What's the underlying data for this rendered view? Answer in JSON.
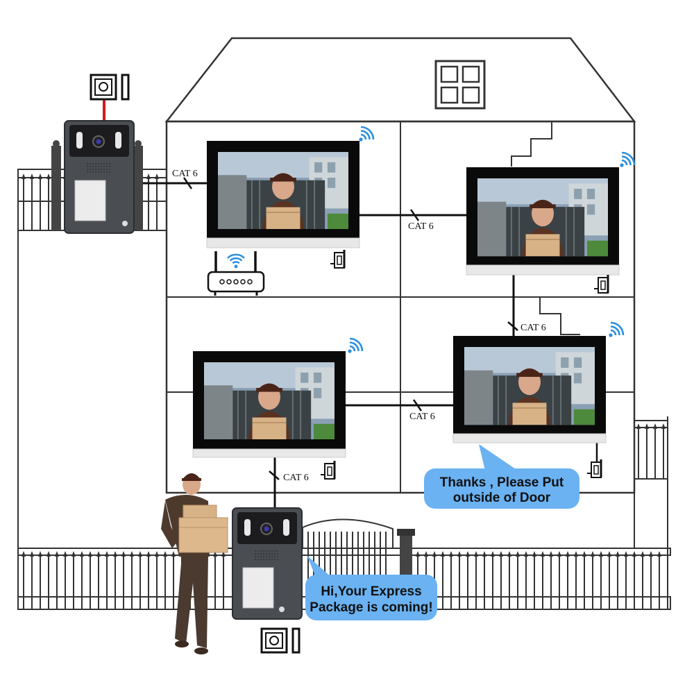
{
  "cables": {
    "outdoor_to_monitor1": "CAT 6",
    "monitor1_to_monitor2": "CAT 6",
    "monitor2_to_monitor4": "CAT 6",
    "monitor3_to_monitor4": "CAT 6",
    "monitor3_to_outdoor2": "CAT 6"
  },
  "bubbles": {
    "indoor": {
      "line1": "Thanks , Please Put",
      "line2": "outside of Door"
    },
    "outdoor": {
      "line1": "Hi,Your Express",
      "line2": "Package is coming!"
    }
  },
  "colors": {
    "line": "#333333",
    "bubble": "#6ab2f2",
    "wifi": "#2a8fe0",
    "device": "#4a4d52",
    "screen_bezel": "#0a0a0a",
    "lock_wire": "#d41a1a"
  },
  "icons": [
    "wifi-icon",
    "router-icon",
    "lock-icon",
    "door-bell-camera-icon",
    "delivery-man"
  ]
}
